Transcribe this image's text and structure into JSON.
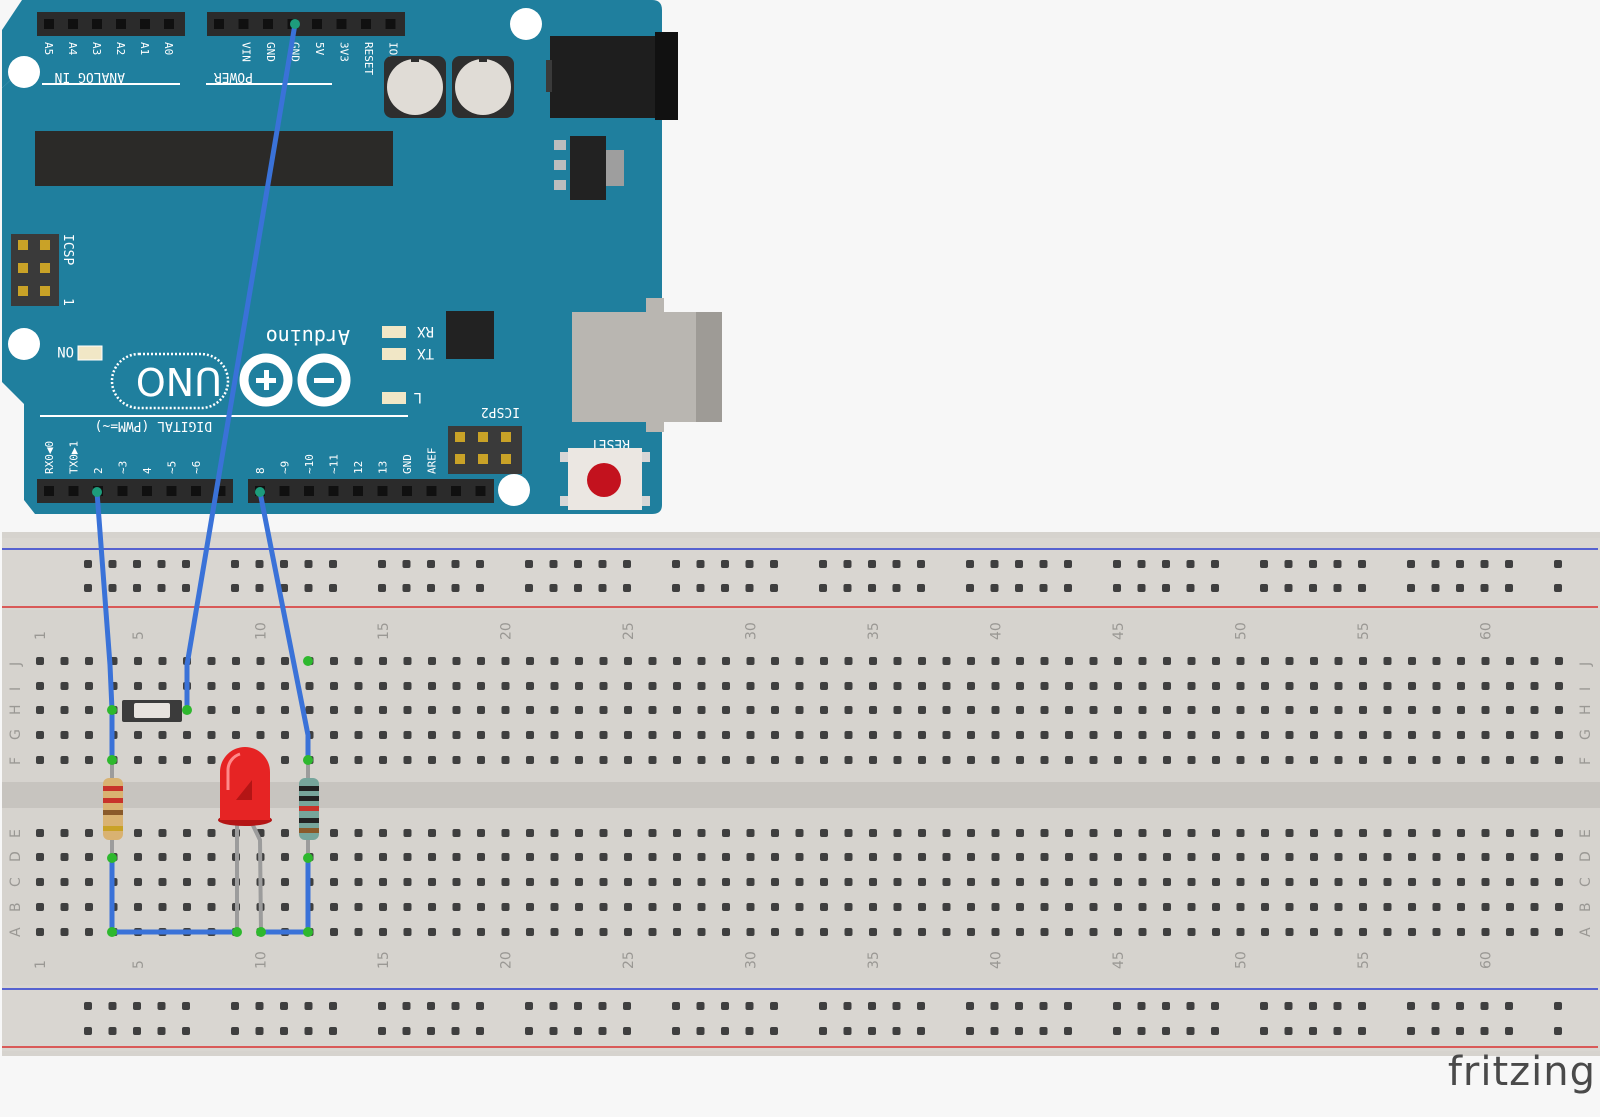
{
  "brand": "fritzing",
  "arduino": {
    "analog_header": "ANALOG IN",
    "analog_pins": [
      "A5",
      "A4",
      "A3",
      "A2",
      "A1",
      "A0"
    ],
    "power_header": "POWER",
    "power_pins": [
      "VIN",
      "GND",
      "GND",
      "5V",
      "3V3",
      "RESET",
      "IOREF"
    ],
    "icsp": "ICSP",
    "icsp_pin1": "1",
    "on_label": "ON",
    "logo_text": "Arduino",
    "uno_text": "UNO",
    "rx": "RX",
    "tx": "TX",
    "l_label": "L",
    "icsp2": "ICSP2",
    "reset": "RESET",
    "digital_header": "DIGITAL (PWM=~)",
    "digital_pins_low": [
      "RX0◀0",
      "TX0▶1",
      "2",
      "~3",
      "4",
      "~5",
      "~6"
    ],
    "digital_pins_high": [
      "8",
      "~9",
      "~10",
      "~11",
      "12",
      "13",
      "GND",
      "AREF"
    ]
  },
  "breadboard": {
    "columns": [
      "1",
      "5",
      "10",
      "15",
      "20",
      "25",
      "30",
      "35",
      "40",
      "45",
      "50",
      "55",
      "60"
    ],
    "rows_top": [
      "J",
      "I",
      "H",
      "G",
      "F"
    ],
    "rows_bottom": [
      "E",
      "D",
      "C",
      "B",
      "A"
    ]
  },
  "colors": {
    "board": "#1f7f9e",
    "wire": "#3a72d8",
    "breadboard": "#d6d3ce",
    "led": "#e62424",
    "rail_red": "#d93030",
    "rail_blue": "#2a3cd0"
  }
}
